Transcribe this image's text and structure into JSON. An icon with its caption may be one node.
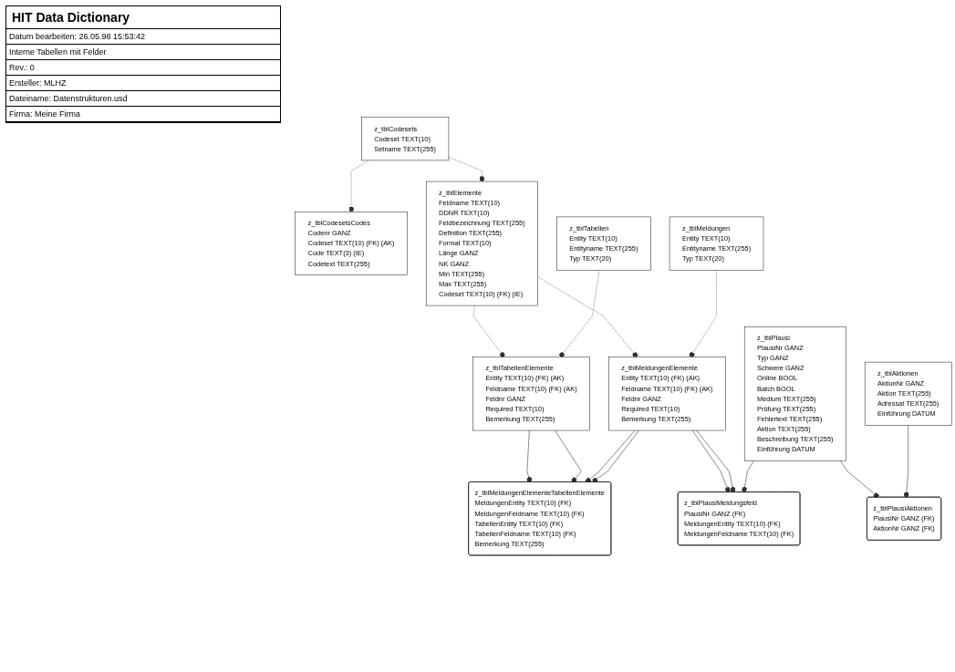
{
  "diagram": {
    "title": "HIT Data Dictionary",
    "nodes": [
      {
        "text": [
          "z_tblElemente",
          "Feldname TEXT(10)",
          "DDNR TEXT(10)",
          "Feldbezeichnung TEXT(255)",
          "Definition TEXT(255)",
          "Format TEXT(10)",
          "Länge GANZ",
          "NK GANZ",
          "Min TEXT(255)",
          "Max TEXT(255)",
          "Codeset TEXT(10) (FK) (IE)"
        ]
      },
      {
        "text": [
          "z_tblCodesetsCodes",
          "Codenr GANZ",
          "Codeset TEXT(10) (FK) (AK)",
          "Code TEXT(3) (IE)",
          "Codetext TEXT(255)"
        ]
      },
      {
        "text": [
          "z_tblCodesets",
          "Codeset TEXT(10)",
          "Setname TEXT(255)"
        ]
      },
      {
        "text": [
          "z_tblMeldungen",
          "Entity TEXT(10)",
          "Entityname TEXT(255)",
          "Typ TEXT(20)"
        ]
      },
      {
        "text": [
          "z_tblTabellenElemente",
          "Entity TEXT(10) (FK) (AK)",
          "Feldname TEXT(10) (FK) (AK)",
          "Feldnr GANZ",
          "Required TEXT(10)",
          "Bemerkung TEXT(255)"
        ]
      },
      {
        "text": [
          "z_tblTabellen",
          "Entity TEXT(10)",
          "Entityname TEXT(255)",
          "Typ TEXT(20)"
        ]
      },
      {
        "text": [
          "z_tblMeldungenElemente",
          "Entity TEXT(10) (FK) (AK)",
          "Feldname TEXT(10) (FK) (AK)",
          "Feldnr GANZ",
          "Required TEXT(10)",
          "Bemerkung TEXT(255)"
        ]
      },
      {
        "text": [
          "z_tblMeldungenElementeTabellenElemente",
          "MeldungenEntity TEXT(10) (FK)",
          "MeldungenFeldname TEXT(10) (FK)",
          "TabellenEntity TEXT(10) (FK)",
          "TabellenFeldname TEXT(10) (FK)",
          "Bemerkung TEXT(255)"
        ]
      },
      {
        "text": [
          "z_tblPlausi",
          "PlausiNr GANZ",
          "Typ GANZ",
          "Schwere GANZ",
          "Online BOOL",
          "Batch BOOL",
          "Medium TEXT(255)",
          "Prüfung TEXT(255)",
          "Fehlertext TEXT(255)",
          "Aktion TEXT(255)",
          "Beschreibung TEXT(255)",
          "Einführung DATUM"
        ]
      },
      {
        "text": [
          "z_tblPlausiAktionen",
          "PlausiNr GANZ (FK)",
          "AktionNr GANZ (FK)"
        ]
      },
      {
        "text": [
          "z_tblPlausiMeldungsfeld",
          "PlausiNr GANZ (FK)",
          "MeldungenEntity TEXT(10) (FK)",
          "MeldungenFeldname TEXT(10) (FK)"
        ]
      },
      {
        "text": [
          "z_tblAktionen",
          "AktionNr GANZ",
          "Aktion TEXT(255)",
          "Adressat TEXT(255)",
          "Einführung DATUM"
        ]
      }
    ],
    "edges": [
      {
        "from": 2,
        "to": 0,
        "arrow": "other",
        "style": "dashed"
      },
      {
        "from": 2,
        "to": 1,
        "arrow": "other",
        "style": "dashed"
      },
      {
        "from": 0,
        "to": 4,
        "arrow": "other",
        "style": "dashed"
      },
      {
        "from": 0,
        "to": 6,
        "arrow": "other",
        "style": "dashed"
      },
      {
        "from": 3,
        "to": 6,
        "arrow": "other",
        "style": "dashed"
      },
      {
        "from": 5,
        "to": 4,
        "arrow": "other",
        "style": "dashed"
      },
      {
        "from": 4,
        "to": 7,
        "arrow": "other"
      },
      {
        "from": 4,
        "to": 7,
        "arrow": "other"
      },
      {
        "from": 6,
        "to": 7,
        "arrow": "other"
      },
      {
        "from": 6,
        "to": 7,
        "arrow": "other"
      },
      {
        "from": 6,
        "to": 10,
        "arrow": "other"
      },
      {
        "from": 6,
        "to": 10,
        "arrow": "other"
      },
      {
        "from": 8,
        "to": 10,
        "arrow": "other"
      },
      {
        "from": 8,
        "to": 9,
        "arrow": "other"
      },
      {
        "from": 11,
        "to": 9,
        "arrow": "other"
      }
    ],
    "labels": [
      "Datum bearbeiten: 26.05.98 15:53:42",
      "Interne Tabellen mit Felder",
      "Rev.: 0",
      "Ersteller: MLHZ",
      "Dateiname: Datenstrukturen.usd",
      "Firma: Meine Firma"
    ]
  }
}
